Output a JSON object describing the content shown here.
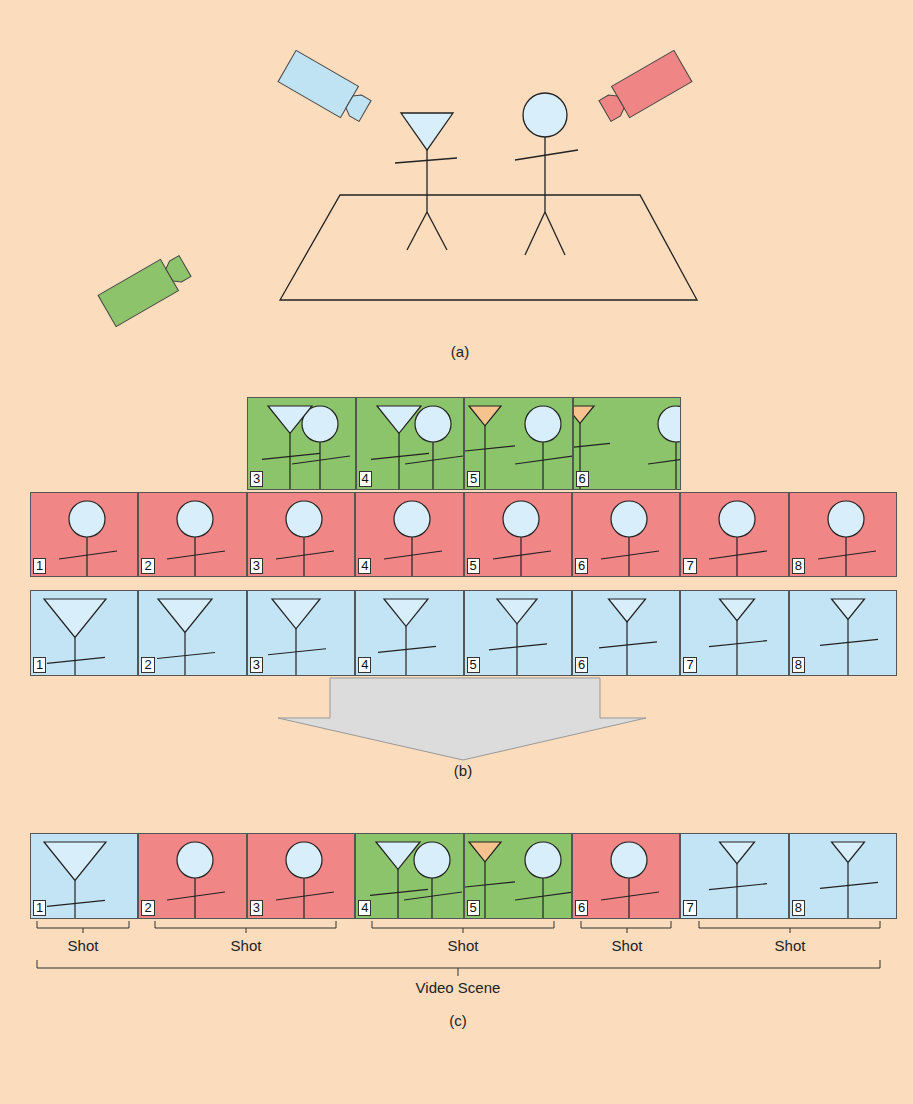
{
  "diagram": {
    "nodes": [
      {
        "text": [
          "3"
        ]
      },
      {
        "text": [
          "4"
        ]
      },
      {
        "text": [
          "5"
        ]
      },
      {
        "text": [
          "6"
        ]
      },
      {
        "text": [
          "1"
        ]
      },
      {
        "text": [
          "2"
        ]
      },
      {
        "text": [
          "3"
        ]
      },
      {
        "text": [
          "4"
        ]
      },
      {
        "text": [
          "5"
        ]
      },
      {
        "text": [
          "6"
        ]
      },
      {
        "text": [
          "7"
        ]
      },
      {
        "text": [
          "8"
        ]
      },
      {
        "text": [
          "1"
        ]
      },
      {
        "text": [
          "2"
        ]
      },
      {
        "text": [
          "3"
        ]
      },
      {
        "text": [
          "4"
        ]
      },
      {
        "text": [
          "5"
        ]
      },
      {
        "text": [
          "6"
        ]
      },
      {
        "text": [
          "7"
        ]
      },
      {
        "text": [
          "8"
        ]
      },
      {
        "text": [
          "1"
        ]
      },
      {
        "text": [
          "2"
        ]
      },
      {
        "text": [
          "3"
        ]
      },
      {
        "text": [
          "4"
        ]
      },
      {
        "text": [
          "5"
        ]
      },
      {
        "text": [
          "6"
        ]
      },
      {
        "text": [
          "7"
        ]
      },
      {
        "text": [
          "8"
        ]
      }
    ],
    "labels": [
      "(a)",
      "(b)",
      "Shot",
      "Shot",
      "Shot",
      "Shot",
      "Shot",
      "Video Scene",
      "(c)"
    ]
  }
}
